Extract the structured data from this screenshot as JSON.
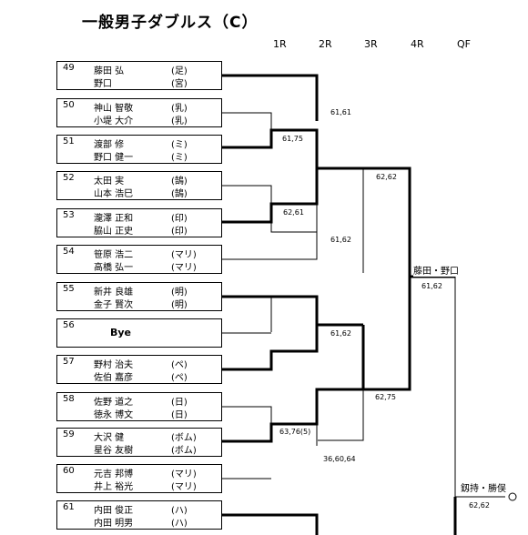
{
  "title": "一般男子ダブルス（C）",
  "rounds": [
    "1R",
    "2R",
    "3R",
    "4R",
    "QF"
  ],
  "entries": [
    {
      "num": "49",
      "p1": "藤田 弘",
      "c1": "(足)",
      "p2": "野口",
      "c2": "(宮)"
    },
    {
      "num": "50",
      "p1": "神山 智敬",
      "c1": "(乳)",
      "p2": "小堤 大介",
      "c2": "(乳)"
    },
    {
      "num": "51",
      "p1": "渡部 修",
      "c1": "(ミ)",
      "p2": "野口 健一",
      "c2": "(ミ)"
    },
    {
      "num": "52",
      "p1": "太田 実",
      "c1": "(鵠)",
      "p2": "山本 浩巳",
      "c2": "(鵠)"
    },
    {
      "num": "53",
      "p1": "瀧澤 正和",
      "c1": "(印)",
      "p2": "脇山 正史",
      "c2": "(印)"
    },
    {
      "num": "54",
      "p1": "笹原 浩二",
      "c1": "(マリ)",
      "p2": "高橋 弘一",
      "c2": "(マリ)"
    },
    {
      "num": "55",
      "p1": "新井 良雄",
      "c1": "(明)",
      "p2": "金子 賢次",
      "c2": "(明)"
    },
    {
      "num": "56",
      "bye": "Bye"
    },
    {
      "num": "57",
      "p1": "野村 治夫",
      "c1": "(ペ)",
      "p2": "佐伯 嘉彦",
      "c2": "(ペ)"
    },
    {
      "num": "58",
      "p1": "佐野 道之",
      "c1": "(日)",
      "p2": "徳永 博文",
      "c2": "(日)"
    },
    {
      "num": "59",
      "p1": "大沢 健",
      "c1": "(ボム)",
      "p2": "星谷 友樹",
      "c2": "(ボム)"
    },
    {
      "num": "60",
      "p1": "元吉 邦博",
      "c1": "(マリ)",
      "p2": "井上 裕光",
      "c2": "(マリ)"
    },
    {
      "num": "61",
      "p1": "内田 俊正",
      "c1": "(ハ)",
      "p2": "内田 明男",
      "c2": "(ハ)"
    }
  ],
  "scores": {
    "r1_50_51": "61,75",
    "r2_49": "61,61",
    "r1_52_53": "62,61",
    "r2_54": "61,62",
    "r3_top": "62,62",
    "r2_55": "61,62",
    "r1_58_59": "63,76(5)",
    "r2_60": "36,60,64",
    "r3_bottom": "62,75",
    "r4": "61,62",
    "qf": "62,62"
  },
  "winners": {
    "r4": "藤田・野口",
    "qf": "釼持・勝俣"
  }
}
